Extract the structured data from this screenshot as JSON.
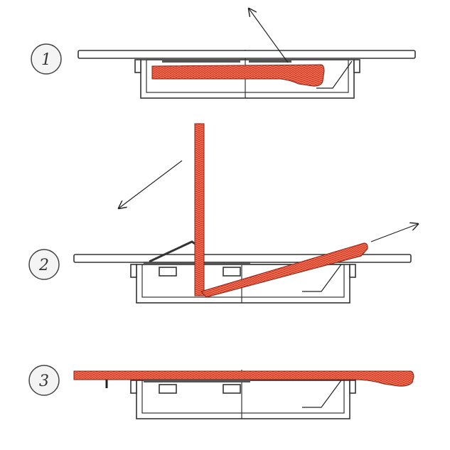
{
  "diagram": {
    "steps": [
      {
        "label": "1"
      },
      {
        "label": "2"
      },
      {
        "label": "3"
      }
    ],
    "colors": {
      "panel": "#d9412a",
      "panel_hatch": "#f08a70",
      "outline": "#333333",
      "background": "#ffffff"
    }
  }
}
